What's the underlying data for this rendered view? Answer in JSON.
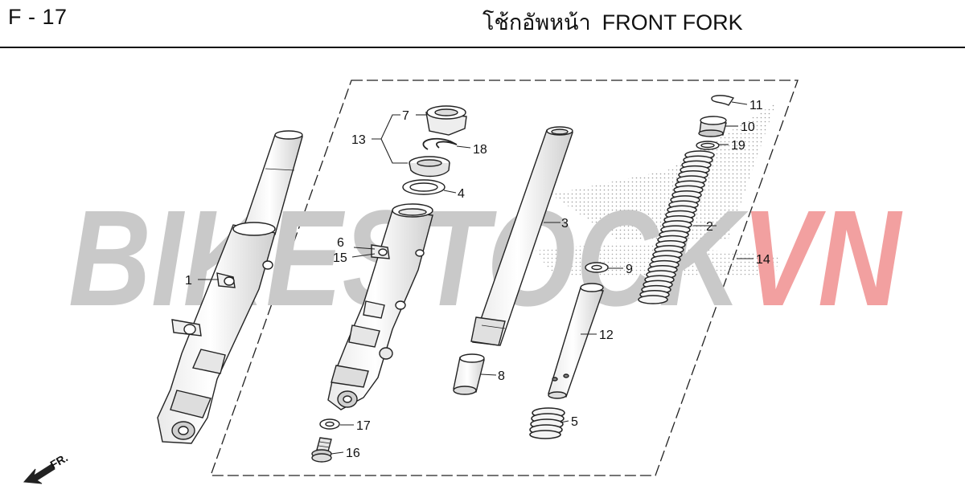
{
  "page": {
    "code": "F - 17",
    "title_thai": "โช้กอัพหน้า",
    "title_en": "FRONT FORK"
  },
  "watermark": {
    "part_a": "BIKESTOCK",
    "part_b": "VN",
    "color_a": "#c9c9c9",
    "color_b": "#f2a0a0"
  },
  "direction_label": "FR.",
  "callouts": [
    {
      "id": "1",
      "label": "1"
    },
    {
      "id": "2",
      "label": "2"
    },
    {
      "id": "3",
      "label": "3"
    },
    {
      "id": "4",
      "label": "4"
    },
    {
      "id": "5",
      "label": "5"
    },
    {
      "id": "6",
      "label": "6"
    },
    {
      "id": "7",
      "label": "7"
    },
    {
      "id": "8",
      "label": "8"
    },
    {
      "id": "9",
      "label": "9"
    },
    {
      "id": "10",
      "label": "10"
    },
    {
      "id": "11",
      "label": "11"
    },
    {
      "id": "12",
      "label": "12"
    },
    {
      "id": "13",
      "label": "13"
    },
    {
      "id": "14",
      "label": "14"
    },
    {
      "id": "15",
      "label": "15"
    },
    {
      "id": "16",
      "label": "16"
    },
    {
      "id": "17",
      "label": "17"
    },
    {
      "id": "18",
      "label": "18"
    },
    {
      "id": "19",
      "label": "19"
    }
  ]
}
